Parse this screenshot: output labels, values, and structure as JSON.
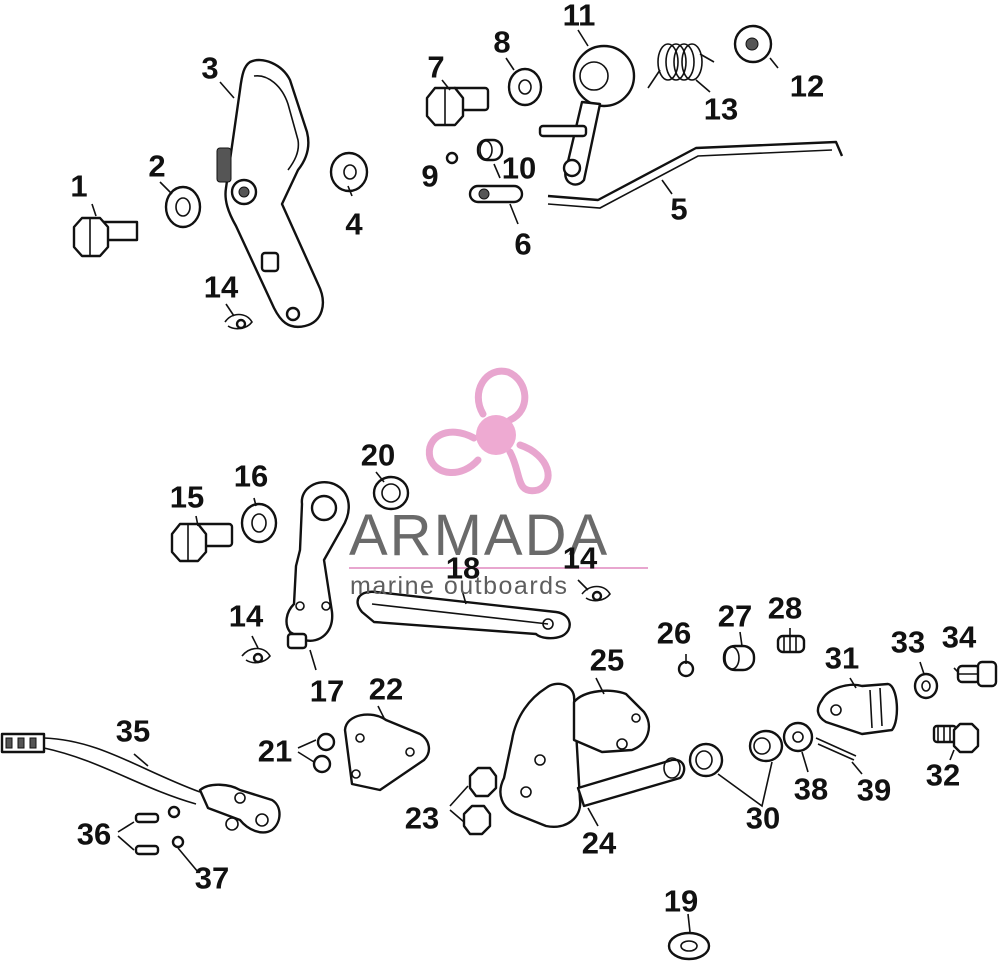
{
  "brand": {
    "name": "ARMADA",
    "tagline": "marine outboards",
    "colors": {
      "logo": "#e8a6cf",
      "logo_center": "#eeaad2",
      "text": "#6a6a6a"
    }
  },
  "callouts": [
    "1",
    "2",
    "3",
    "4",
    "5",
    "6",
    "7",
    "8",
    "9",
    "10",
    "11",
    "12",
    "13",
    "14",
    "14",
    "14",
    "15",
    "16",
    "17",
    "18",
    "19",
    "20",
    "21",
    "22",
    "23",
    "24",
    "25",
    "26",
    "27",
    "28",
    "30",
    "31",
    "32",
    "33",
    "34",
    "35",
    "36",
    "37",
    "38",
    "39"
  ]
}
